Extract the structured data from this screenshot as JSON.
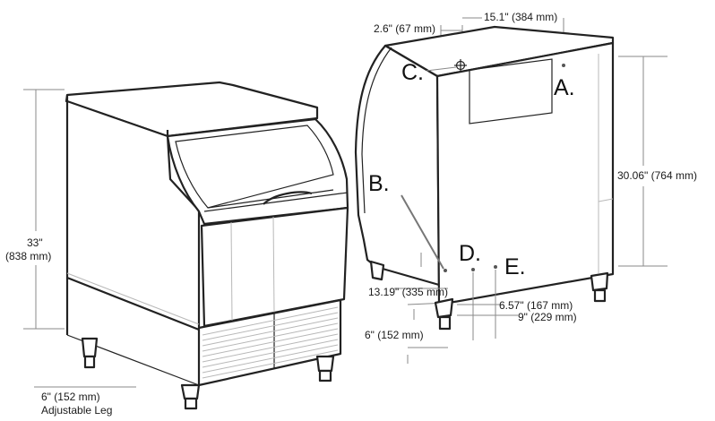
{
  "front_unit": {
    "height_label_in": "33\"",
    "height_label_mm": "(838 mm)",
    "leg_label_in": "6\" (152 mm)",
    "leg_label_desc": "Adjustable Leg"
  },
  "rear_unit": {
    "dim_2_6": "2.6\" (67 mm)",
    "dim_15_1": "15.1\" (384 mm)",
    "dim_30_06": "30.06\" (764 mm)",
    "dim_13_19": "13.19\" (335 mm)",
    "dim_6_57": "6.57\" (167 mm)",
    "dim_9": "9\" (229 mm)",
    "dim_6": "6\" (152 mm)"
  },
  "callouts": {
    "A": "A.",
    "B": "B.",
    "C": "C.",
    "D": "D.",
    "E": "E."
  },
  "colors": {
    "line": "#222222",
    "dimension_line": "#8a8a8a",
    "background": "#ffffff"
  }
}
